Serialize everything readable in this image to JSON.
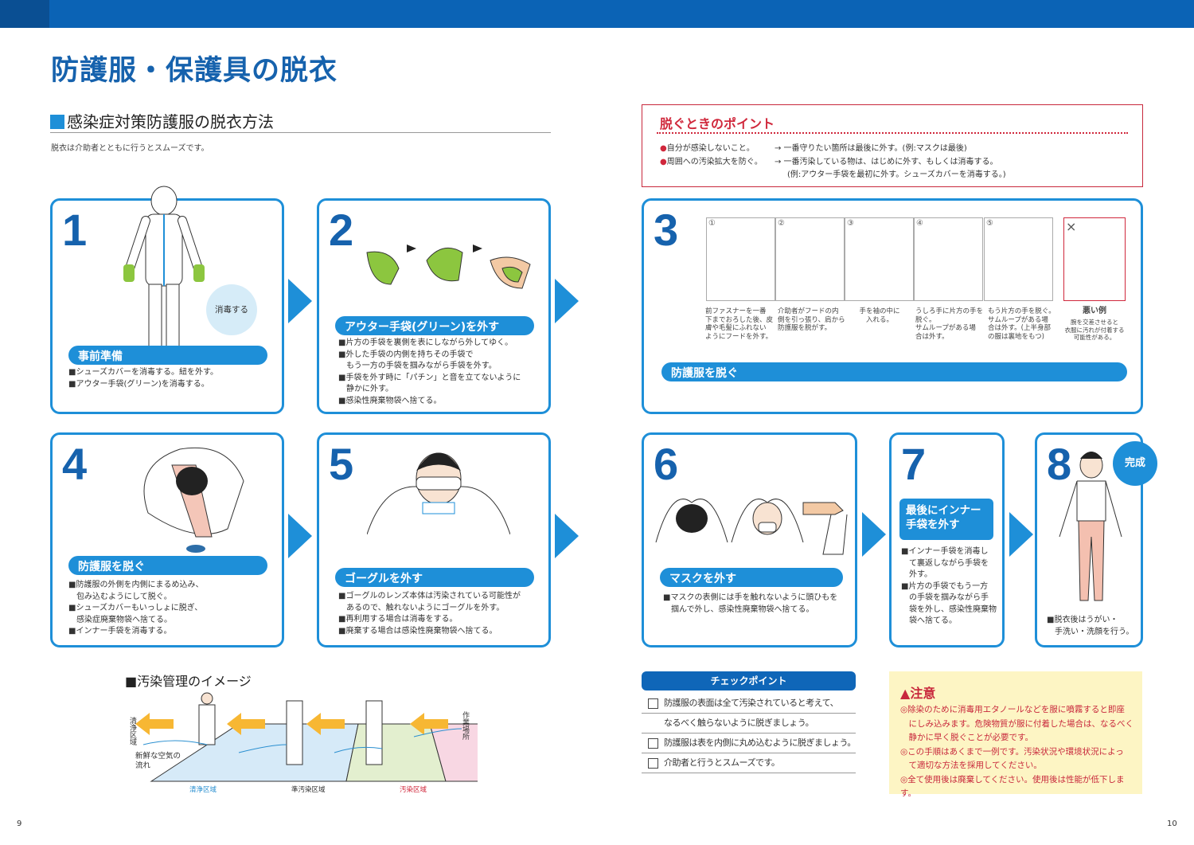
{
  "page": {
    "title": "防護服・保護具の脱衣",
    "page_left": "9",
    "page_right": "10"
  },
  "section": {
    "heading": "感染症対策防護服の脱衣方法",
    "subtext": "脱衣は介助者とともに行うとスムーズです。"
  },
  "points": {
    "title": "脱ぐときのポイント",
    "rows": [
      {
        "bullet": "●",
        "left": "自分が感染しないこと。",
        "right": "→ 一番守りたい箇所は最後に外す。(例:マスクは最後)"
      },
      {
        "bullet": "●",
        "left": "周囲への汚染拡大を防ぐ。",
        "right": "→ 一番汚染している物は、はじめに外す、もしくは消毒する。"
      }
    ],
    "note": "(例:アウター手袋を最初に外す。シューズカバーを消毒する。)"
  },
  "steps": [
    {
      "num": "1",
      "label": "事前準備",
      "bubble": "消毒する",
      "text": "■シューズカバーを消毒する。紐を外す。\n■アウター手袋(グリーン)を消毒する。"
    },
    {
      "num": "2",
      "label": "アウター手袋(グリーン)を外す",
      "text": "■片方の手袋を裏側を表にしながら外してゆく。\n■外した手袋の内側を持ちその手袋で\n　もう一方の手袋を掴みながら手袋を外す。\n■手袋を外す時に「パチン」と音を立てないように\n　静かに外す。\n■感染性廃棄物袋へ捨てる。"
    },
    {
      "num": "3",
      "label": "防護服を脱ぐ",
      "panels": [
        {
          "n": "①",
          "caption": "前ファスナーを一番\n下までおろした後、皮\n膚や毛髪にふれない\nようにフードを外す。"
        },
        {
          "n": "②",
          "caption": "介助者がフードの内\n側を引っ張り、肩から\n防護服を脱がす。"
        },
        {
          "n": "③",
          "caption": "手を袖の中に\n入れる。"
        },
        {
          "n": "④",
          "caption": "うしろ手に片方の手を\n脱ぐ。\nサムループがある場\n合は外す。"
        },
        {
          "n": "⑤",
          "caption": "もう片方の手を脱ぐ。\nサムループがある場\n合は外す。(上半身部\nの服は裏地をもつ)"
        }
      ],
      "bad_example": {
        "mark": "×",
        "title": "悪い例",
        "caption": "腕を交差させると\n衣服に汚れが付着する\n可能性がある。"
      }
    },
    {
      "num": "4",
      "label": "防護服を脱ぐ",
      "text": "■防護服の外側を内側にまるめ込み、\n　包み込むようにして脱ぐ。\n■シューズカバーもいっしょに脱ぎ、\n　感染症廃棄物袋へ捨てる。\n■インナー手袋を消毒する。"
    },
    {
      "num": "5",
      "label": "ゴーグルを外す",
      "text": "■ゴーグルのレンズ本体は汚染されている可能性が\n　あるので、触れないようにゴーグルを外す。\n■再利用する場合は消毒をする。\n■廃棄する場合は感染性廃棄物袋へ捨てる。"
    },
    {
      "num": "6",
      "label": "マスクを外す",
      "text": "■マスクの表側には手を触れないように頭ひもを\n　掴んで外し、感染性廃棄物袋へ捨てる。"
    },
    {
      "num": "7",
      "label": "最後にインナー手袋を外す",
      "text": "■インナー手袋を消毒し\n　て裏返しながら手袋を\n　外す。\n■片方の手袋でもう一方\n　の手袋を掴みながら手\n　袋を外し、感染性廃棄物\n　袋へ捨てる。"
    },
    {
      "num": "8",
      "badge": "完成",
      "text": "■脱衣後はうがい・\n　手洗い・洗顔を行う。"
    }
  ],
  "contamination": {
    "heading": "■汚染管理のイメージ",
    "left_label": "清浄区域",
    "right_label": "作業場所",
    "air_label": "新鮮な空気の流れ",
    "zones": [
      {
        "name": "清浄区域",
        "color": "#2a8fd0",
        "fill": "#d6eaf8"
      },
      {
        "name": "準汚染区域",
        "color": "#333333",
        "fill": "#e3efcf"
      },
      {
        "name": "汚染区域",
        "color": "#d0283c",
        "fill": "#f8d7e3"
      }
    ]
  },
  "checkpoints": {
    "title": "チェックポイント",
    "items": [
      "防護服の表面は全て汚染されていると考えて、",
      "なるべく触らないように脱ぎましょう。",
      "防護服は表を内側に丸め込むように脱ぎましょう。",
      "介助者と行うとスムーズです。"
    ]
  },
  "caution": {
    "title": "注意",
    "text": "◎除染のために消毒用エタノールなどを服に噴霧すると即座\n　にしみ込みます。危険物質が服に付着した場合は、なるべく\n　静かに早く脱ぐことが必要です。\n◎この手順はあくまで一例です。汚染状況や環境状況によっ\n　て適切な方法を採用してください。\n◎全て使用後は廃棄してください。使用後は性能が低下します。"
  },
  "colors": {
    "brand_blue": "#0b63b5",
    "step_blue": "#1e8fd8",
    "alert_red": "#d0283c",
    "caution_bg": "#fdf5c4"
  }
}
